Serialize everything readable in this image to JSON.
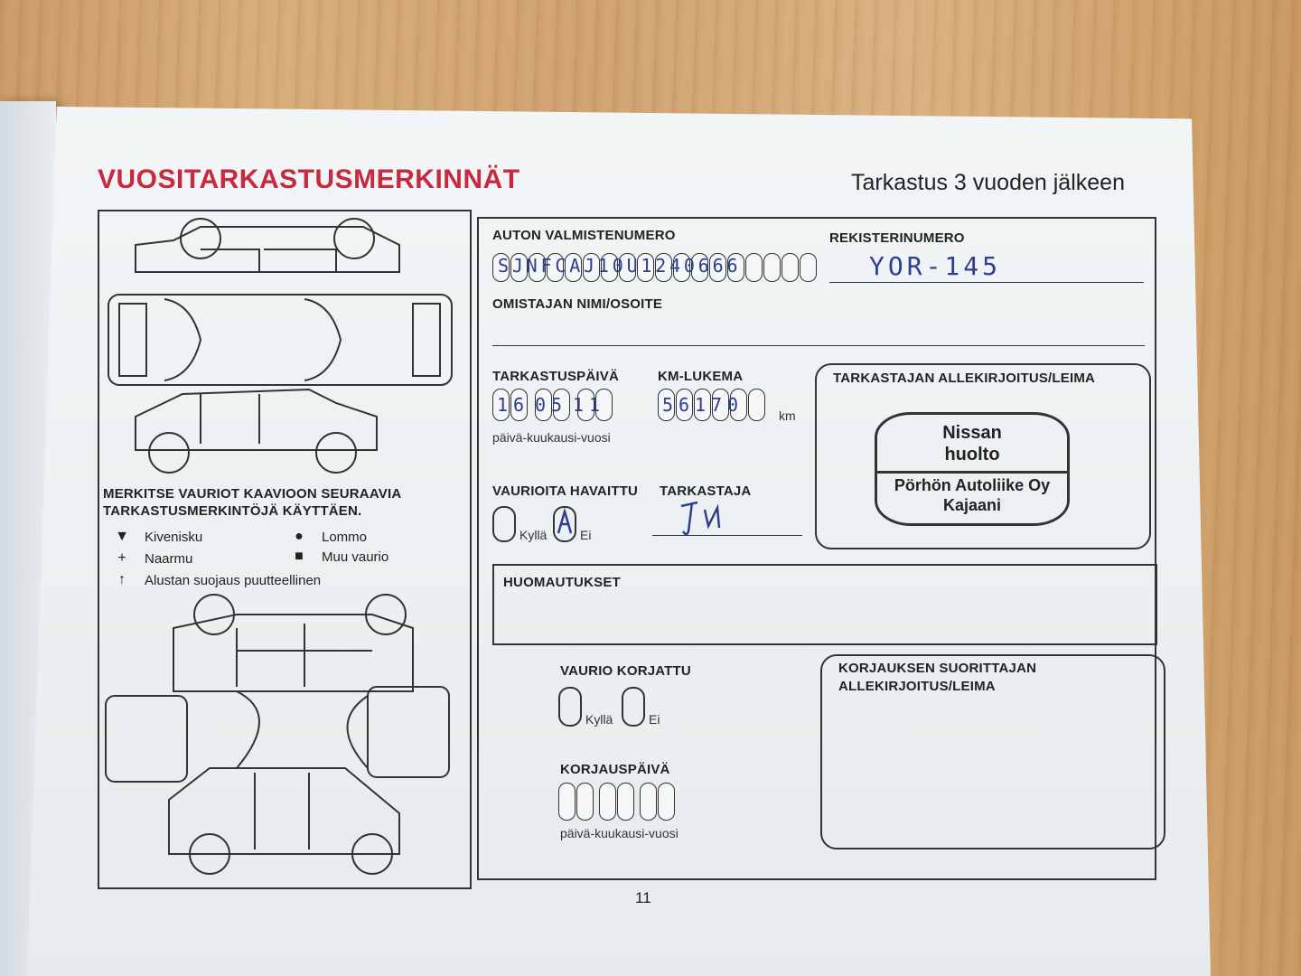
{
  "header": {
    "title": "VUOSITARKASTUSMERKINNÄT",
    "subtitle": "Tarkastus 3 vuoden jälkeen"
  },
  "left_panel": {
    "instruction_line1": "MERKITSE VAURIOT KAAVIOON SEURAAVIA",
    "instruction_line2": "TARKASTUSMERKINTÖJÄ KÄYTTÄEN.",
    "legend": [
      {
        "symbol": "▼",
        "label": "Kivenisku"
      },
      {
        "symbol": "●",
        "label": "Lommo"
      },
      {
        "symbol": "+",
        "label": "Naarmu"
      },
      {
        "symbol": "■",
        "label": "Muu vaurio"
      },
      {
        "symbol": "↑",
        "label": "Alustan suojaus puutteellinen"
      }
    ]
  },
  "form": {
    "vin_label": "AUTON VALMISTENUMERO",
    "vin_value": "SJNFCAJ10U1240666",
    "reg_label": "REKISTERINUMERO",
    "reg_value": "YOR-145",
    "owner_label": "OMISTAJAN NIMI/OSOITE",
    "date_label": "TARKASTUSPÄIVÄ",
    "date_digits": [
      "1",
      "6",
      "0",
      "5",
      "1",
      "1"
    ],
    "date_hint": "päivä-kuukausi-vuosi",
    "km_label": "KM-LUKEMA",
    "km_digits": [
      "5",
      "6",
      "1",
      "7",
      "0",
      ""
    ],
    "km_unit": "km",
    "inspector_sig_label": "TARKASTAJAN ALLEKIRJOITUS/LEIMA",
    "stamp_top": "Nissan huolto",
    "stamp_bottom": "Pörhön Autoliike Oy Kajaani",
    "damage_label": "VAURIOITA HAVAITTU",
    "damage_yes": "Kyllä",
    "damage_no": "Ei",
    "inspector_label": "TARKASTAJA",
    "notes_label": "HUOMAUTUKSET",
    "repaired_label": "VAURIO KORJATTU",
    "repaired_yes": "Kyllä",
    "repaired_no": "Ei",
    "repair_sig_label_line1": "KORJAUKSEN SUORITTAJAN",
    "repair_sig_label_line2": "ALLEKIRJOITUS/LEIMA",
    "repair_date_label": "KORJAUSPÄIVÄ",
    "repair_date_hint": "päivä-kuukausi-vuosi"
  },
  "footer": {
    "page_number": "11"
  }
}
